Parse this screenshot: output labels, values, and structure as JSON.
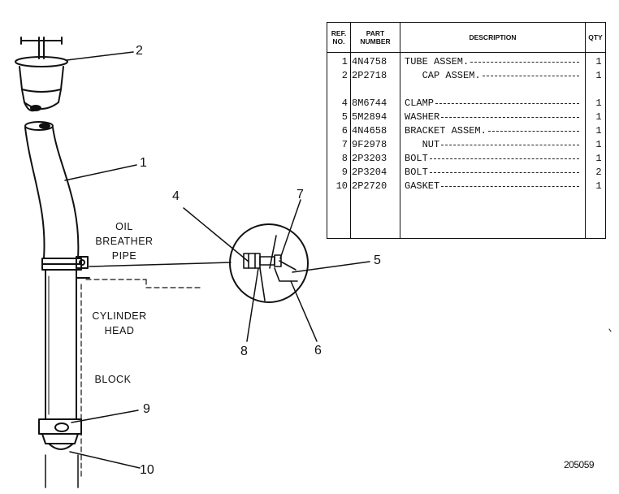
{
  "callouts": {
    "c1": "1",
    "c2": "2",
    "c4": "4",
    "c5": "5",
    "c6": "6",
    "c7": "7",
    "c8": "8",
    "c9": "9",
    "c10": "10"
  },
  "notes": {
    "breather": [
      "OIL",
      "BREATHER",
      "PIPE"
    ],
    "cyl_head": [
      "CYLINDER",
      "HEAD"
    ],
    "block": "BLOCK"
  },
  "figure_number": "205059",
  "parts_table": {
    "headers": {
      "ref": [
        "REF.",
        "NO."
      ],
      "part": [
        "PART",
        "NUMBER"
      ],
      "desc": "DESCRIPTION",
      "qty": "QTY"
    },
    "rows": [
      {
        "ref": "1",
        "part": "4N4758",
        "desc": "TUBE ASSEM.",
        "qty": "1"
      },
      {
        "ref": "2",
        "part": "2P2718",
        "desc": "   CAP ASSEM.",
        "qty": "1"
      },
      {
        "ref": "",
        "part": "",
        "desc": "",
        "qty": ""
      },
      {
        "ref": "4",
        "part": "8M6744",
        "desc": "CLAMP",
        "qty": "1"
      },
      {
        "ref": "5",
        "part": "5M2894",
        "desc": "WASHER",
        "qty": "1"
      },
      {
        "ref": "6",
        "part": "4N4658",
        "desc": "BRACKET ASSEM.",
        "qty": "1"
      },
      {
        "ref": "7",
        "part": "9F2978",
        "desc": "   NUT",
        "qty": "1"
      },
      {
        "ref": "8",
        "part": "2P3203",
        "desc": "BOLT",
        "qty": "1"
      },
      {
        "ref": "9",
        "part": "2P3204",
        "desc": "BOLT",
        "qty": "2"
      },
      {
        "ref": "10",
        "part": "2P2720",
        "desc": "GASKET",
        "qty": "1"
      }
    ]
  }
}
